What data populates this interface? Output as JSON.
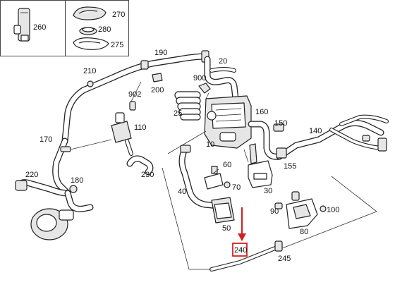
{
  "diagram": {
    "inset_labels": [
      "260",
      "270",
      "280",
      "275"
    ],
    "callouts": {
      "p10": "10",
      "p20": "20",
      "p25": "25",
      "p30": "30",
      "p40": "40",
      "p50": "50",
      "p60": "60",
      "p70": "70",
      "p80": "80",
      "p90": "90",
      "p100": "100",
      "p110": "110",
      "p140": "140",
      "p150": "150",
      "p155": "155",
      "p160": "160",
      "p170": "170",
      "p180": "180",
      "p190": "190",
      "p200": "200",
      "p210": "210",
      "p220": "220",
      "p230": "230",
      "p240": "240",
      "p245": "245",
      "p900": "900",
      "p902": "902"
    },
    "highlighted_part": "240",
    "highlight_color": "#d42020"
  }
}
